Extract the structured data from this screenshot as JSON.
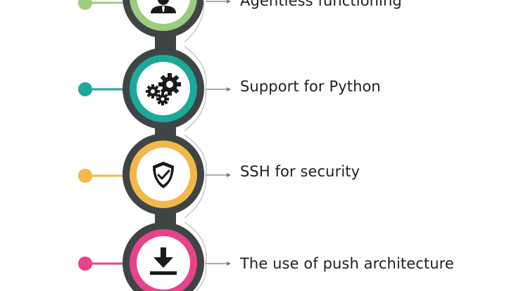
{
  "features": [
    {
      "label": "Agentless functioning",
      "icon": "user-suit-icon",
      "color": "#9ccc7f"
    },
    {
      "label": "Support for Python",
      "icon": "gears-icon",
      "color": "#1ba99a"
    },
    {
      "label": "SSH for security",
      "icon": "shield-check-icon",
      "color": "#f2b84b"
    },
    {
      "label": "The use of push architecture",
      "icon": "download-icon",
      "color": "#e7438a"
    }
  ],
  "colors": {
    "ring": "#3f4545",
    "text": "#1f1f1f",
    "arrow": "#7a7a7a"
  }
}
